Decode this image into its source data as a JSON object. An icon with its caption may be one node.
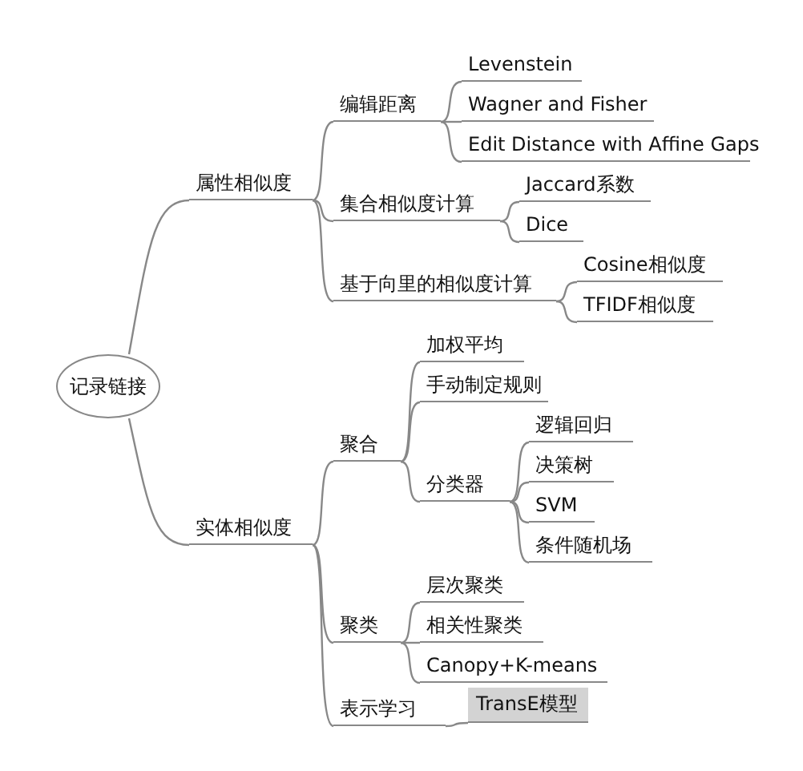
{
  "diagram": {
    "nodes": [
      {
        "text": [
          "记录链接"
        ]
      },
      {
        "text": [
          "属性相似度"
        ]
      },
      {
        "text": [
          "编辑距离"
        ]
      },
      {
        "text": [
          "Levenstein"
        ]
      },
      {
        "text": [
          "Wagner and Fisher"
        ]
      },
      {
        "text": [
          "Edit Distance with Affine Gaps"
        ]
      },
      {
        "text": [
          "集合相似度计算"
        ]
      },
      {
        "text": [
          "Jaccard系数"
        ]
      },
      {
        "text": [
          "Dice"
        ]
      },
      {
        "text": [
          "基于向里的相似度计算"
        ]
      },
      {
        "text": [
          "Cosine相似度"
        ]
      },
      {
        "text": [
          "TFIDF相似度"
        ]
      },
      {
        "text": [
          "实体相似度"
        ]
      },
      {
        "text": [
          "聚合"
        ]
      },
      {
        "text": [
          "加权平均"
        ]
      },
      {
        "text": [
          "手动制定规则"
        ]
      },
      {
        "text": [
          "分类器"
        ]
      },
      {
        "text": [
          "逻辑回归"
        ]
      },
      {
        "text": [
          "决策树"
        ]
      },
      {
        "text": [
          "SVM"
        ]
      },
      {
        "text": [
          "条件随机场"
        ]
      },
      {
        "text": [
          "聚类"
        ]
      },
      {
        "text": [
          "层次聚类"
        ]
      },
      {
        "text": [
          "相关性聚类"
        ]
      },
      {
        "text": [
          "Canopy+K-means"
        ]
      },
      {
        "text": [
          "表示学习"
        ]
      },
      {
        "text": [
          "TransE模型"
        ]
      }
    ],
    "edges": [
      {
        "from": 0,
        "to": 1,
        "arrow": "none"
      },
      {
        "from": 1,
        "to": 2,
        "arrow": "none"
      },
      {
        "from": 2,
        "to": 3,
        "arrow": "none"
      },
      {
        "from": 2,
        "to": 4,
        "arrow": "none"
      },
      {
        "from": 2,
        "to": 5,
        "arrow": "none"
      },
      {
        "from": 1,
        "to": 6,
        "arrow": "none"
      },
      {
        "from": 6,
        "to": 7,
        "arrow": "none"
      },
      {
        "from": 6,
        "to": 8,
        "arrow": "none"
      },
      {
        "from": 1,
        "to": 9,
        "arrow": "none"
      },
      {
        "from": 9,
        "to": 10,
        "arrow": "none"
      },
      {
        "from": 9,
        "to": 11,
        "arrow": "none"
      },
      {
        "from": 0,
        "to": 12,
        "arrow": "none"
      },
      {
        "from": 12,
        "to": 13,
        "arrow": "none"
      },
      {
        "from": 13,
        "to": 14,
        "arrow": "none"
      },
      {
        "from": 13,
        "to": 15,
        "arrow": "none"
      },
      {
        "from": 13,
        "to": 16,
        "arrow": "none"
      },
      {
        "from": 16,
        "to": 17,
        "arrow": "none"
      },
      {
        "from": 16,
        "to": 18,
        "arrow": "none"
      },
      {
        "from": 16,
        "to": 19,
        "arrow": "none"
      },
      {
        "from": 16,
        "to": 20,
        "arrow": "none"
      },
      {
        "from": 12,
        "to": 21,
        "arrow": "none"
      },
      {
        "from": 21,
        "to": 22,
        "arrow": "none"
      },
      {
        "from": 21,
        "to": 23,
        "arrow": "none"
      },
      {
        "from": 21,
        "to": 24,
        "arrow": "none"
      },
      {
        "from": 12,
        "to": 25,
        "arrow": "none"
      },
      {
        "from": 25,
        "to": 26,
        "arrow": "none"
      }
    ]
  }
}
